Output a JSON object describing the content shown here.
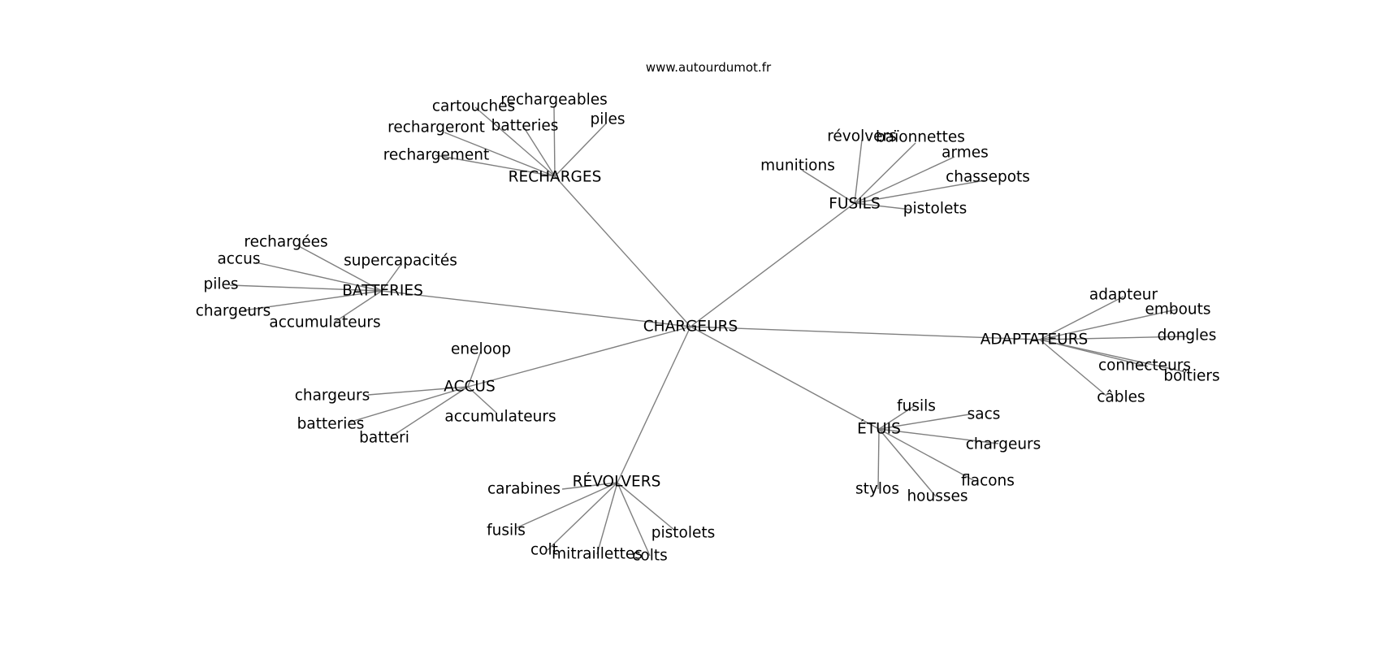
{
  "site": "www.autourdumot.fr",
  "root": "CHARGEURS",
  "clusters": [
    {
      "id": "recharges",
      "label": "RECHARGES",
      "words": [
        "rechargeables",
        "cartouches",
        "batteries",
        "piles",
        "rechargeront",
        "rechargement"
      ]
    },
    {
      "id": "fusils",
      "label": "FUSILS",
      "words": [
        "révolvers",
        "baïonnettes",
        "armes",
        "munitions",
        "chassepots",
        "pistolets"
      ]
    },
    {
      "id": "batteries",
      "label": "BATTERIES",
      "words": [
        "rechargées",
        "accus",
        "supercapacités",
        "piles",
        "chargeurs",
        "accumulateurs"
      ]
    },
    {
      "id": "adaptateurs",
      "label": "ADAPTATEURS",
      "words": [
        "adapteur",
        "embouts",
        "dongles",
        "connecteurs",
        "boîtiers",
        "câbles"
      ]
    },
    {
      "id": "accus",
      "label": "ACCUS",
      "words": [
        "eneloop",
        "chargeurs",
        "accumulateurs",
        "batteries",
        "batteri"
      ]
    },
    {
      "id": "etuis",
      "label": "ÉTUIS",
      "words": [
        "fusils",
        "sacs",
        "chargeurs",
        "flacons",
        "stylos",
        "housses"
      ]
    },
    {
      "id": "revolvers",
      "label": "RÉVOLVERS",
      "words": [
        "carabines",
        "fusils",
        "pistolets",
        "colt",
        "mitraillettes",
        "colts"
      ]
    }
  ]
}
